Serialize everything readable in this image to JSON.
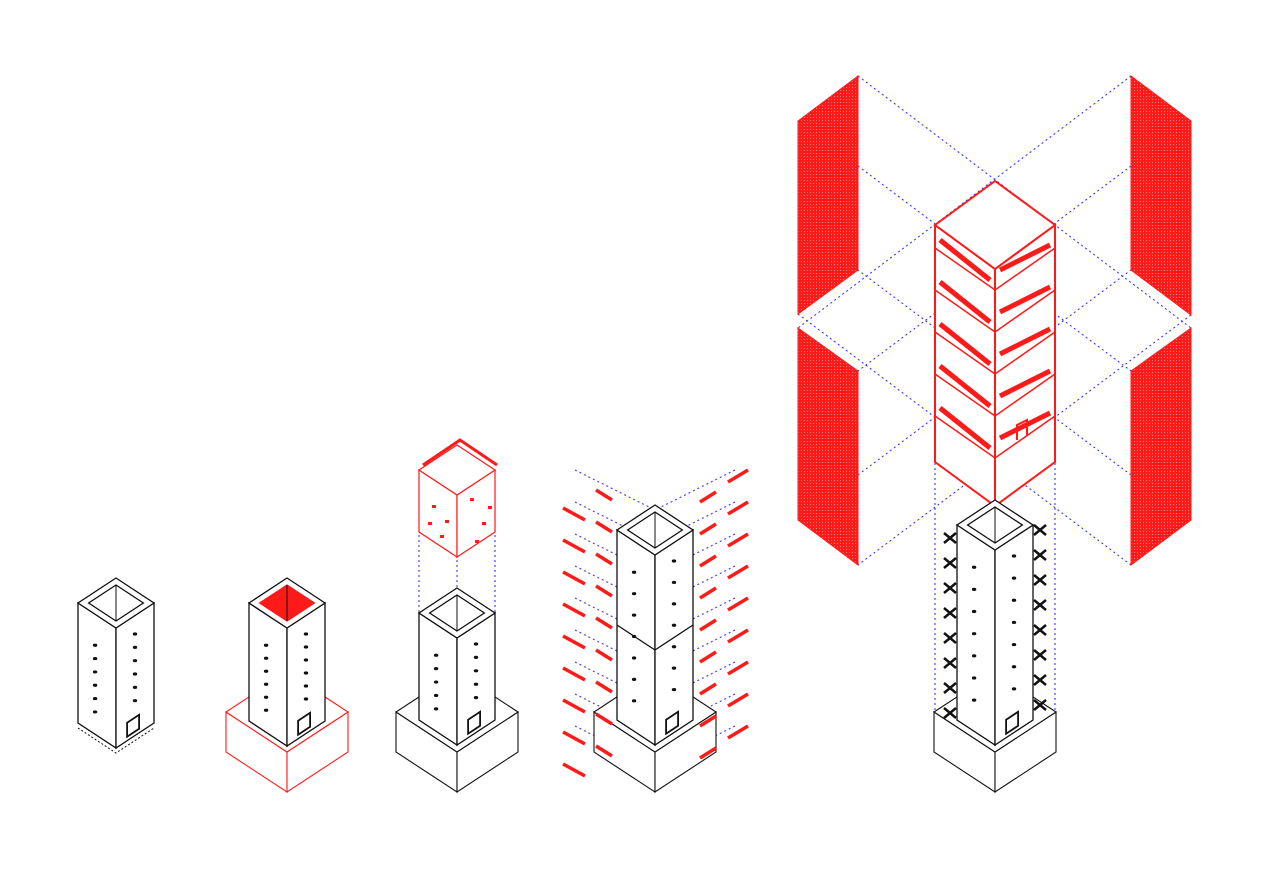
{
  "diagram": {
    "colors": {
      "line": "#111111",
      "highlight": "#ff1a1a",
      "guide": "#3a3aff",
      "background": "#ffffff"
    },
    "stages": [
      {
        "id": "tower",
        "highlight": "none"
      },
      {
        "id": "tower-with-base",
        "highlight": "base-and-roof"
      },
      {
        "id": "tower-with-lifted-block",
        "highlight": "upper-block"
      },
      {
        "id": "tower-with-connectors",
        "highlight": "connectors"
      },
      {
        "id": "tower-with-exploded-facade-and-stair-core",
        "highlight": "facade-panels-and-stairs"
      }
    ]
  }
}
